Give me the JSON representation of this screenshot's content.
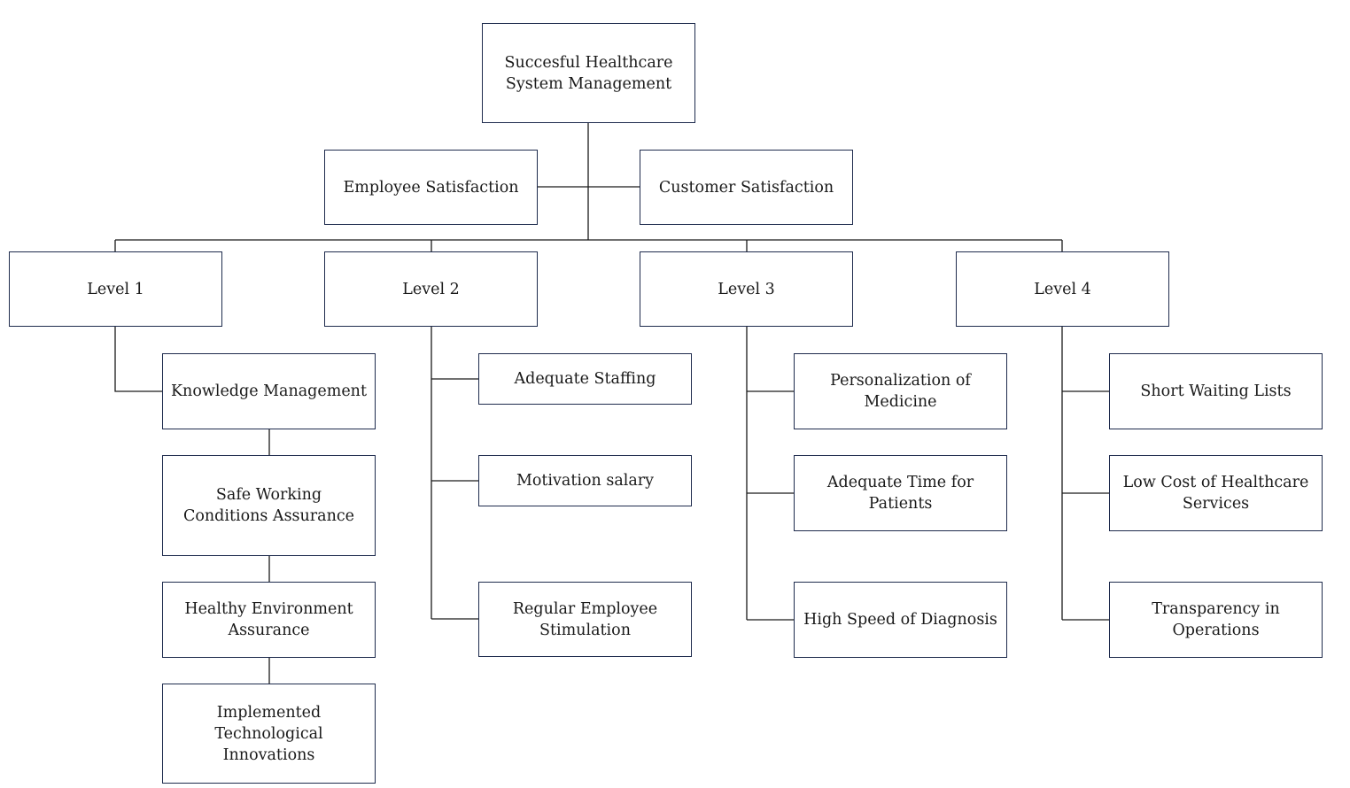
{
  "root": {
    "label": "Succesful Healthcare System Management"
  },
  "satisfaction": [
    {
      "label": "Employee Satisfaction"
    },
    {
      "label": "Customer Satisfaction"
    }
  ],
  "levels": [
    {
      "label": "Level 1",
      "items": [
        {
          "label": "Knowledge Management"
        },
        {
          "label": "Safe Working Conditions Assurance"
        },
        {
          "label": "Healthy Environment Assurance"
        },
        {
          "label": "Implemented Technological Innovations"
        }
      ]
    },
    {
      "label": "Level 2",
      "items": [
        {
          "label": "Adequate Staffing"
        },
        {
          "label": "Motivation salary"
        },
        {
          "label": "Regular Employee Stimulation"
        }
      ]
    },
    {
      "label": "Level 3",
      "items": [
        {
          "label": "Personalization of Medicine"
        },
        {
          "label": "Adequate Time for Patients"
        },
        {
          "label": "High Speed of Diagnosis"
        }
      ]
    },
    {
      "label": "Level 4",
      "items": [
        {
          "label": "Short Waiting Lists"
        },
        {
          "label": "Low Cost of Healthcare Services"
        },
        {
          "label": "Transparency in Operations"
        }
      ]
    }
  ]
}
